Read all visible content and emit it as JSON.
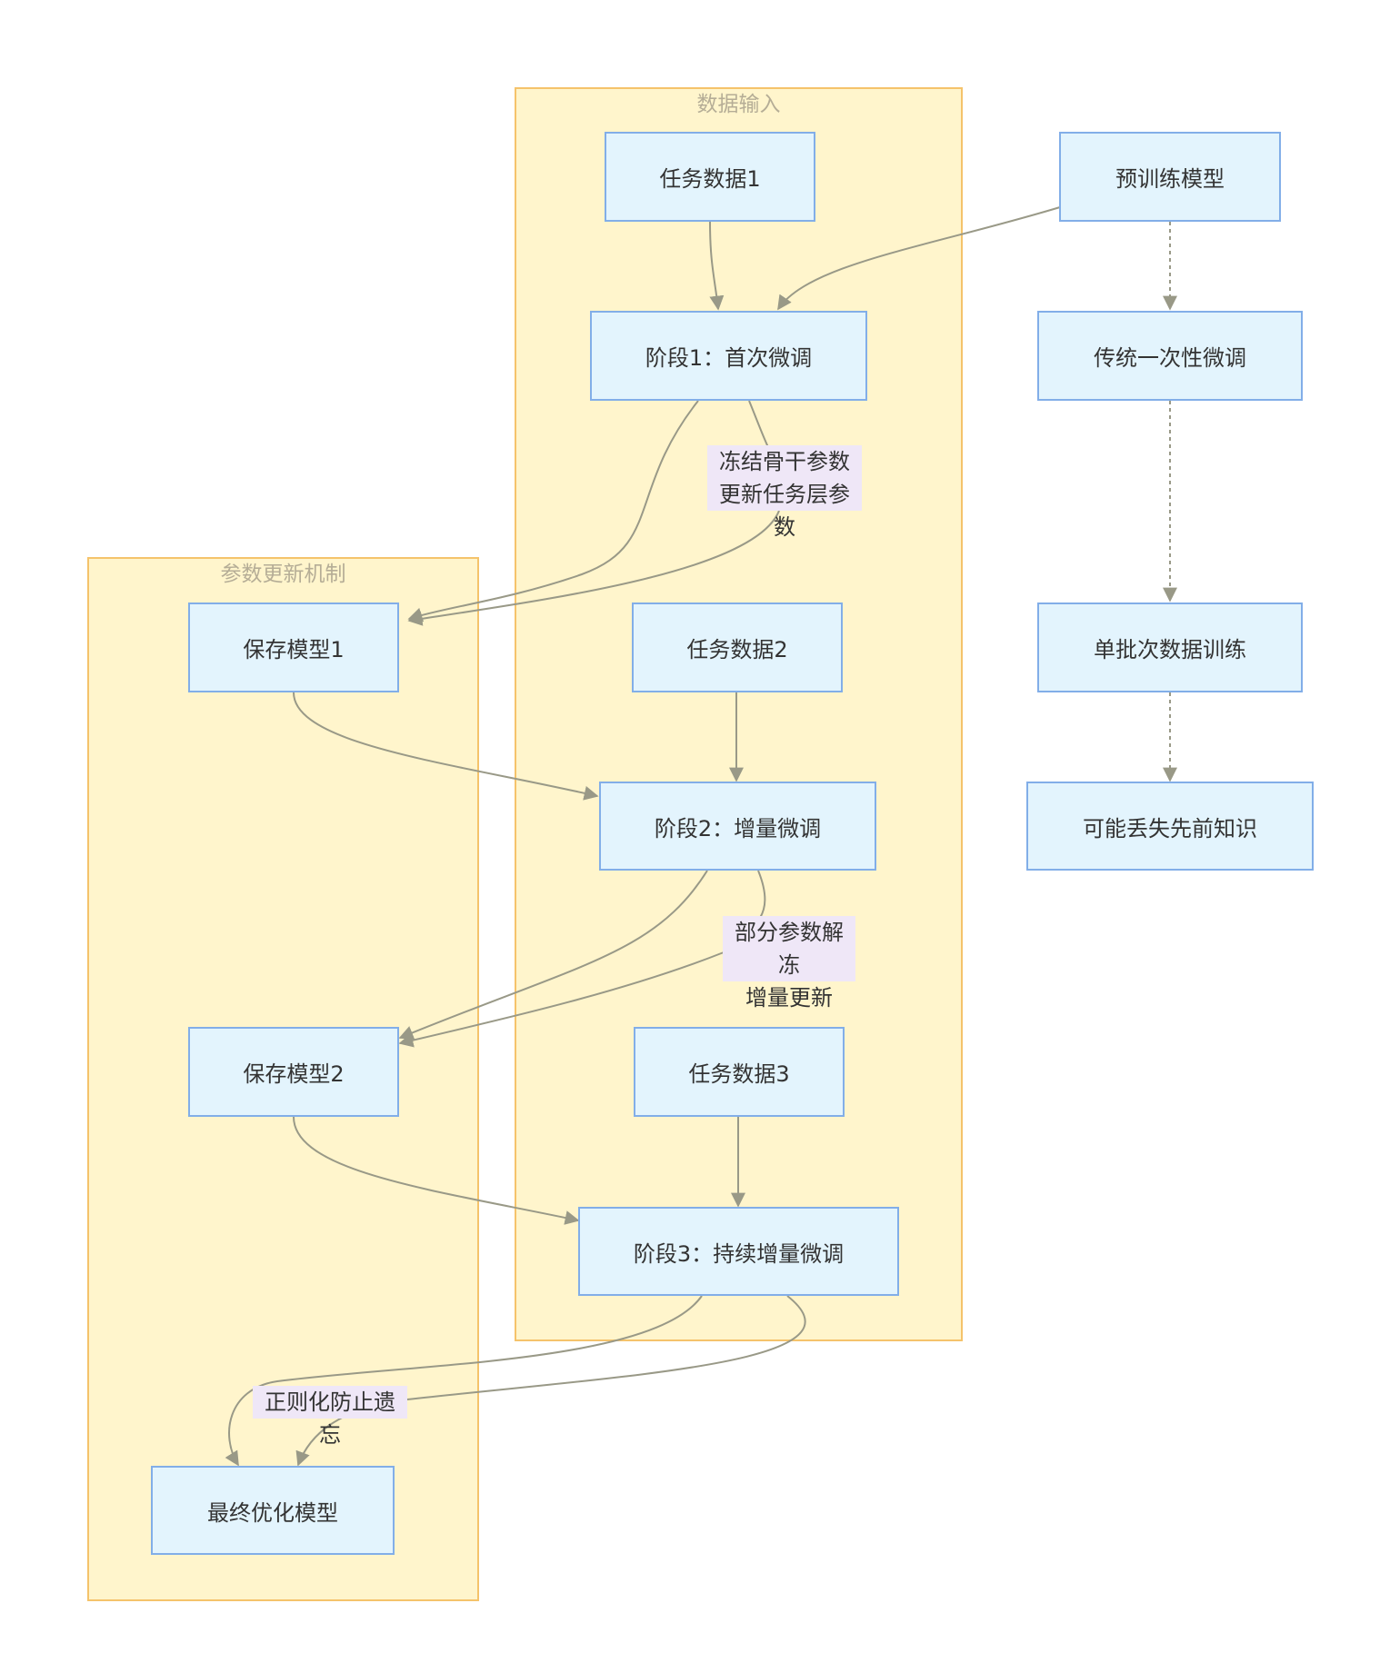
{
  "clusters": {
    "input": {
      "title": "数据输入"
    },
    "param": {
      "title": "参数更新机制"
    }
  },
  "nodes": {
    "pretrained": "预训练模型",
    "task1": "任务数据1",
    "stage1": "阶段1：首次微调",
    "task2": "任务数据2",
    "stage2": "阶段2：增量微调",
    "task3": "任务数据3",
    "stage3": "阶段3：持续增量微调",
    "save1": "保存模型1",
    "save2": "保存模型2",
    "final": "最终优化模型",
    "traditional": "传统一次性微调",
    "single_batch": "单批次数据训练",
    "forget": "可能丢失先前知识"
  },
  "edge_labels": {
    "stage1_save1": {
      "line1": "冻结骨干参数",
      "line2": "更新任务层参数"
    },
    "stage2_save2": {
      "line1": "部分参数解冻",
      "line2": "增量更新"
    },
    "stage3_final": "正则化防止遗忘"
  },
  "colors": {
    "cluster_fill": "#fff5cc",
    "cluster_border": "#f5c36b",
    "node_fill": "#e3f4fd",
    "node_border": "#82aee8",
    "edge": "#999987",
    "label_bg": "#efe7f7"
  }
}
